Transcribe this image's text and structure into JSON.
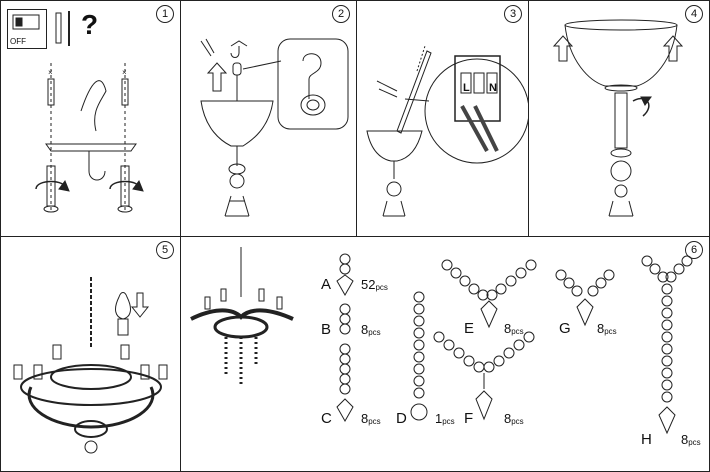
{
  "steps": [
    {
      "number": "1"
    },
    {
      "number": "2"
    },
    {
      "number": "3"
    },
    {
      "number": "4"
    },
    {
      "number": "5"
    },
    {
      "number": "6"
    }
  ],
  "step1": {
    "switch_label": "OFF",
    "symbol": "?"
  },
  "step3": {
    "terminal_labels": [
      "L",
      "N"
    ]
  },
  "parts": [
    {
      "letter": "A",
      "qty": "52",
      "unit": "pcs"
    },
    {
      "letter": "B",
      "qty": "8",
      "unit": "pcs"
    },
    {
      "letter": "C",
      "qty": "8",
      "unit": "pcs"
    },
    {
      "letter": "D",
      "qty": "1",
      "unit": "pcs"
    },
    {
      "letter": "E",
      "qty": "8",
      "unit": "pcs"
    },
    {
      "letter": "F",
      "qty": "8",
      "unit": "pcs"
    },
    {
      "letter": "G",
      "qty": "8",
      "unit": "pcs"
    },
    {
      "letter": "H",
      "qty": "8",
      "unit": "pcs"
    }
  ]
}
